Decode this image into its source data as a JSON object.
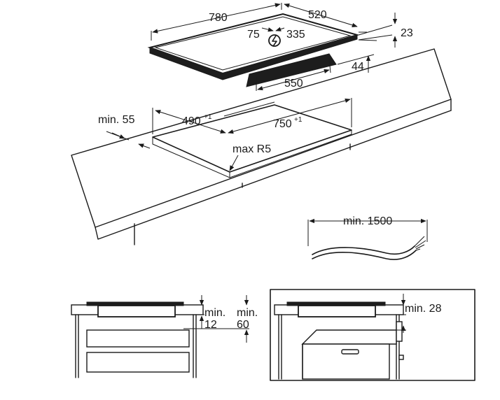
{
  "hob_dimensions": {
    "width": "780",
    "depth": "520",
    "edge_offset": "75",
    "connection_offset": "335",
    "glass_thickness": "23",
    "body_height": "44",
    "body_width": "550"
  },
  "cutout": {
    "depth": "490",
    "depth_tolerance": "+1",
    "width": "750",
    "width_tolerance": "+1",
    "corner_radius": "max R5",
    "front_distance": "min. 55"
  },
  "cable": {
    "length": "min. 1500"
  },
  "installation_left": {
    "gap_top": "min.",
    "gap_top_value": "12",
    "gap_total": "min.",
    "gap_total_value": "60"
  },
  "installation_right": {
    "oven_gap": "min. 28"
  }
}
